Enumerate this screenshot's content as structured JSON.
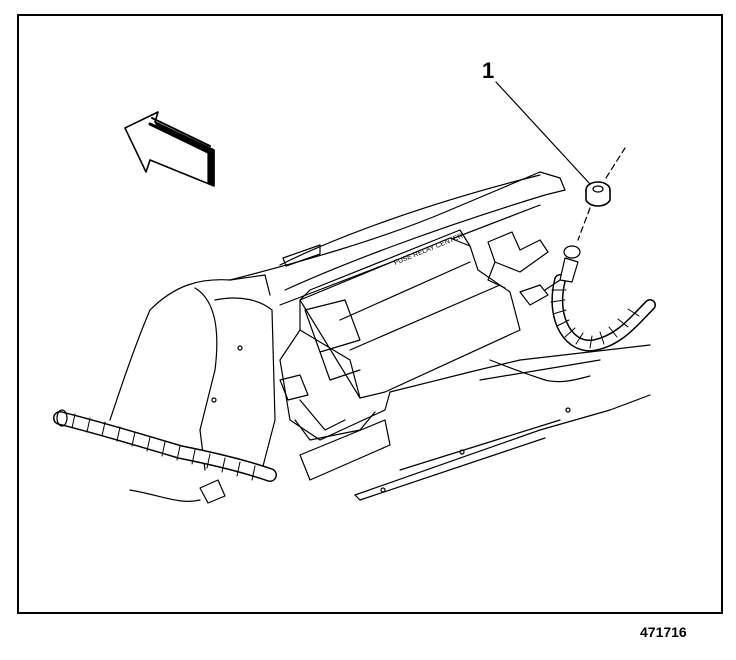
{
  "diagram": {
    "callouts": [
      {
        "label": "1"
      }
    ],
    "figure_id": "471716",
    "box_labels": {
      "main": "FUSE RELAY CENTER"
    }
  }
}
